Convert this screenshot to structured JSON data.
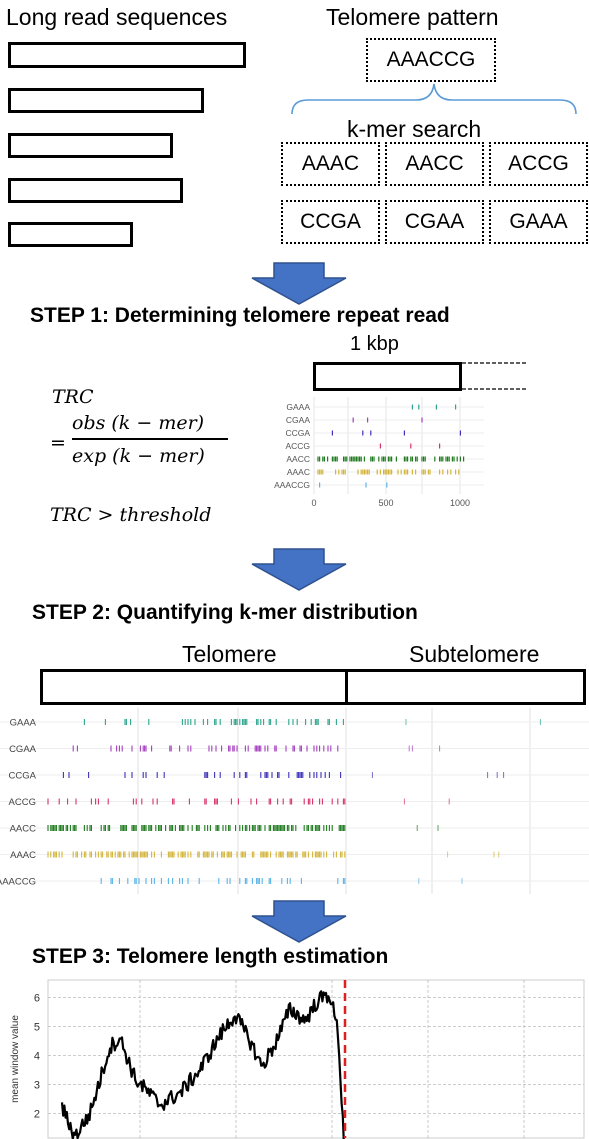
{
  "top": {
    "reads_label": "Long read sequences",
    "pattern_label": "Telomere pattern",
    "pattern": "AAACCG",
    "kmer_label": "k-mer search",
    "kmers": [
      "AAAC",
      "AACC",
      "ACCG",
      "CCGA",
      "CGAA",
      "GAAA"
    ]
  },
  "step1": {
    "title": "STEP 1: Determining telomere repeat read",
    "window_label": "1 kbp",
    "formula_lhs": "TRC",
    "formula_eq": "=",
    "formula_num": "obs (k − mer)",
    "formula_den": "exp (k − mer)",
    "formula_cond": "TRC > threshold",
    "plot": {
      "rows": [
        "GAAA",
        "CGAA",
        "CCGA",
        "ACCG",
        "AACC",
        "AAAC",
        "AAACCG"
      ],
      "x_ticks": [
        "0",
        "500",
        "1000"
      ]
    }
  },
  "step2": {
    "title": "STEP 2: Quantifying k-mer distribution",
    "telomere_label": "Telomere",
    "subtelomere_label": "Subtelomere",
    "rows": [
      "GAAA",
      "CGAA",
      "CCGA",
      "ACCG",
      "AACC",
      "AAAC",
      "AAACCG"
    ]
  },
  "step3": {
    "title": "STEP 3: Telomere length estimation",
    "ylabel": "mean window value",
    "y_ticks": [
      "2",
      "3",
      "4",
      "5",
      "6"
    ]
  },
  "colors": {
    "arrow": "#4472c4",
    "arrow_edge": "#2f528f",
    "brace": "#5b9bd5",
    "GAAA": "#2ca58d",
    "CGAA": "#a43ec0",
    "CCGA": "#3d32b8",
    "ACCG": "#d6336c",
    "AACC": "#1f7a1f",
    "AAAC": "#d4b43a",
    "AAACCG": "#5ab4e8",
    "cutoff": "#e02020"
  }
}
